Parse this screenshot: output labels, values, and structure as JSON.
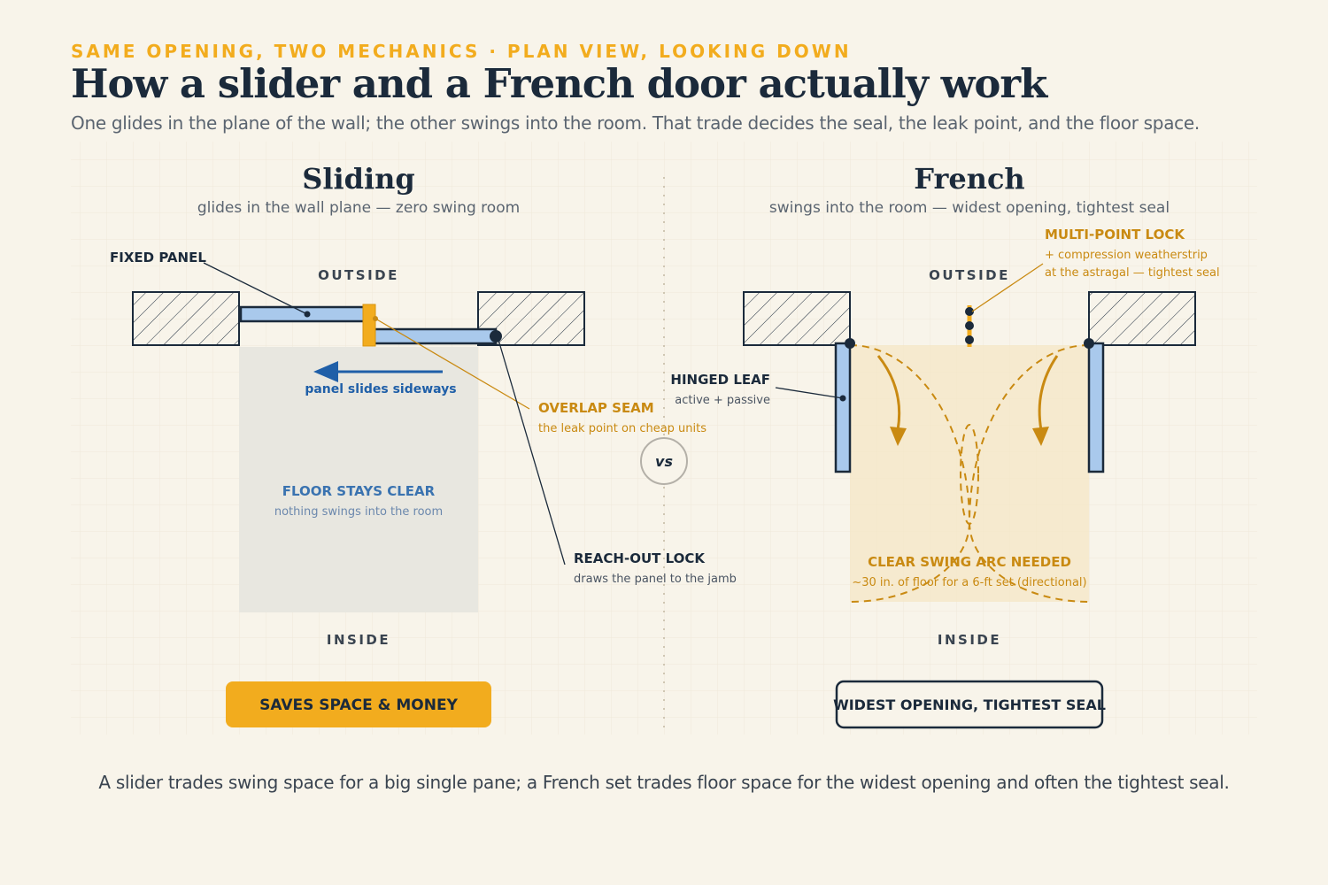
{
  "header": {
    "eyebrow": "SAME OPENING, TWO MECHANICS · PLAN VIEW, LOOKING DOWN",
    "title": "How a slider and a French door actually work",
    "subtitle": "One glides in the plane of the wall; the other swings into the room. That trade decides the seal, the leak point, and the floor space."
  },
  "sliding": {
    "title": "Sliding",
    "subtitle": "glides in the wall plane — zero swing room",
    "outside": "OUTSIDE",
    "inside": "INSIDE",
    "fixed_panel": "FIXED PANEL",
    "slide_label": "panel slides sideways",
    "overlap_title": "OVERLAP SEAM",
    "overlap_sub": "the leak point on cheap units",
    "floor_title": "FLOOR STAYS CLEAR",
    "floor_sub": "nothing swings into the room",
    "lock_title": "REACH-OUT LOCK",
    "lock_sub": "draws the panel to the jamb",
    "badge": "SAVES SPACE & MONEY"
  },
  "vs": "vs",
  "french": {
    "title": "French",
    "subtitle": "swings into the room — widest opening, tightest seal",
    "outside": "OUTSIDE",
    "inside": "INSIDE",
    "lock_title": "MULTI-POINT LOCK",
    "lock_sub1": "+ compression weatherstrip",
    "lock_sub2": "at the astragal — tightest seal",
    "leaf_title": "HINGED LEAF",
    "leaf_sub": "active + passive",
    "arc_title": "CLEAR SWING ARC NEEDED",
    "arc_sub": "~30 in. of floor for a 6-ft set (directional)",
    "badge": "WIDEST OPENING, TIGHTEST SEAL"
  },
  "footer": "A slider trades swing space for a big single pane; a French set trades floor space for the widest opening and often the tightest seal.",
  "colors": {
    "navy": "#1b2a3b",
    "gold": "#f2ac1e",
    "gold_dark": "#c98a12",
    "glass": "#a9c9ec",
    "slate_blue": "#3a73b0",
    "background": "#f8f4ea"
  }
}
